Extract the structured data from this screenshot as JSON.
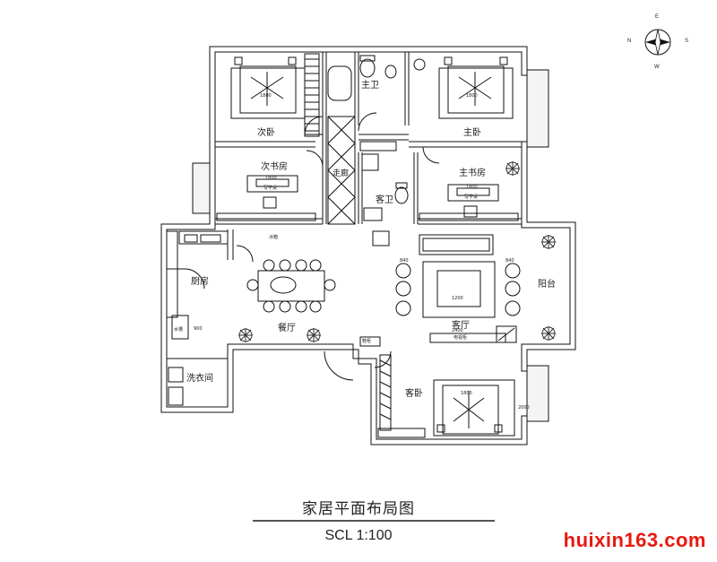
{
  "rooms": {
    "second_bedroom": "次卧",
    "master_bath": "主卫",
    "master_bedroom": "主卧",
    "second_study": "次书房",
    "corridor": "走廊",
    "guest_bath": "客卫",
    "master_study": "主书房",
    "kitchen": "厨房",
    "dining": "餐厅",
    "living": "客厅",
    "balcony": "阳台",
    "laundry": "洗衣间",
    "guest_bedroom": "客卧"
  },
  "dimensions": {
    "bed_width": "1800",
    "bed_length": "2000",
    "desk_width": "1800",
    "desk_label": "写字桌",
    "sofa_depth": "840",
    "coffee_table": "1200",
    "tv_cabinet": "2400",
    "tv_label": "电视柜",
    "fridge_label": "冰箱",
    "sink_label": "水槽",
    "washer_dim": "900",
    "shoe_label": "鞋柜"
  },
  "compass": {
    "n": "N",
    "s": "S",
    "e": "E",
    "w": "W"
  },
  "title": "家居平面布局图",
  "scale": "SCL   1:100",
  "watermark": "huixin163.com"
}
